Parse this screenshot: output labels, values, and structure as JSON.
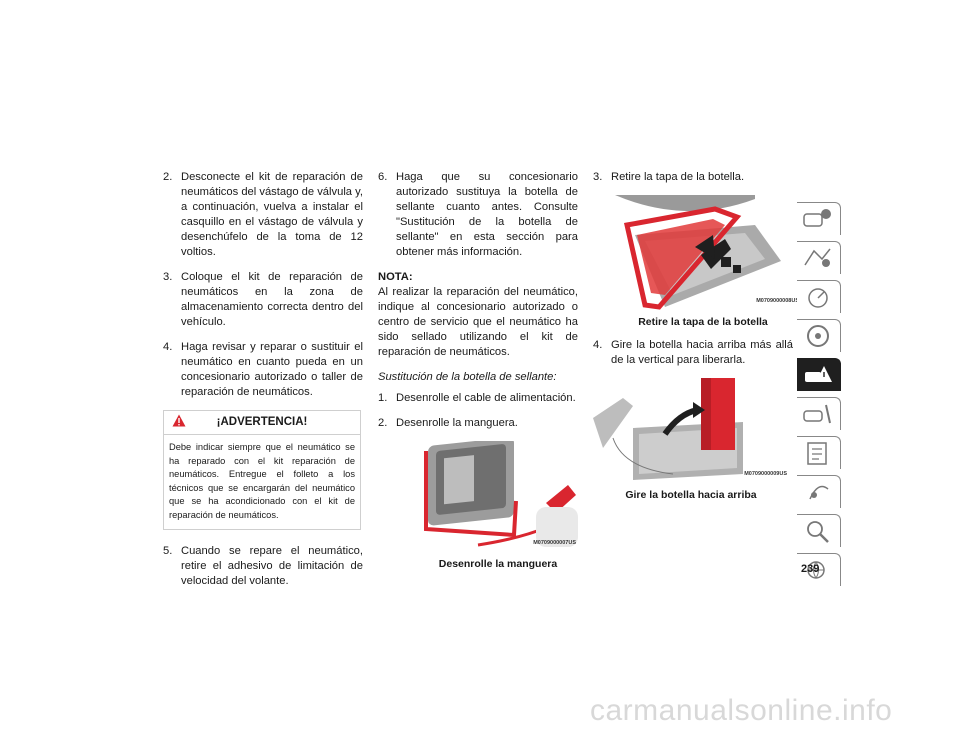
{
  "col1": {
    "items": [
      {
        "num": "2.",
        "text": "Desconecte el kit de reparación de neumáticos del vástago de válvula y, a continuación, vuelva a instalar el casquillo en el vástago de válvula y desenchúfelo de la toma de 12 voltios."
      },
      {
        "num": "3.",
        "text": "Coloque el kit de reparación de neumá­ticos en la zona de almacenamiento correcta dentro del vehículo."
      },
      {
        "num": "4.",
        "text": "Haga revisar y reparar o sustituir el neumático en cuanto pueda en un conce­sionario autorizado o taller de reparación de neumáticos."
      }
    ],
    "warning": {
      "title": "¡ADVERTENCIA!",
      "body": "Debe indicar siempre que el neumático se ha reparado con el kit reparación de neumáticos. Entregue el folleto a los técnicos que se encargarán del neumático que se ha acondicionado con el kit de reparación de neumáticos."
    },
    "item5": {
      "num": "5.",
      "text": "Cuando se repare el neumático, retire el adhesivo de limitación de velocidad del volante."
    }
  },
  "col2": {
    "item6": {
      "num": "6.",
      "text": "Haga que su concesionario autorizado sustituya la botella de sellante cuanto antes. Consulte \"Sustitución de la botella de sellante\" en esta sección para obtener más información."
    },
    "note_label": "NOTA:",
    "note_text": "Al realizar la reparación del neumático, indique al concesionario autorizado o centro de servicio que el neumático ha sido sellado utilizando el kit de reparación de neumá­ticos.",
    "subheading": "Sustitución de la botella de sellante:",
    "steps": [
      {
        "num": "1.",
        "text": "Desenrolle el cable de alimentación."
      },
      {
        "num": "2.",
        "text": "Desenrolle la manguera."
      }
    ],
    "figure": {
      "code": "M0709000007US",
      "caption": "Desenrolle la manguera"
    }
  },
  "col3": {
    "step3": {
      "num": "3.",
      "text": "Retire la tapa de la botella."
    },
    "figure1": {
      "code": "M0709000008US",
      "caption": "Retire la tapa de la botella"
    },
    "step4": {
      "num": "4.",
      "text": "Gire la botella hacia arriba más allá de la vertical para liberarla."
    },
    "figure2": {
      "code": "M0709000009US",
      "caption": "Gire la botella hacia arriba"
    }
  },
  "side_tabs": [
    {
      "icon": "vehicle-info-icon",
      "active": false
    },
    {
      "icon": "getting-started-icon",
      "active": false
    },
    {
      "icon": "dashboard-icon",
      "active": false
    },
    {
      "icon": "steering-wheel-icon",
      "active": false
    },
    {
      "icon": "emergency-icon",
      "active": true
    },
    {
      "icon": "service-icon",
      "active": false
    },
    {
      "icon": "specifications-icon",
      "active": false
    },
    {
      "icon": "multimedia-icon",
      "active": false
    },
    {
      "icon": "index-search-icon",
      "active": false
    },
    {
      "icon": "language-icon",
      "active": false
    }
  ],
  "page_number": "239",
  "footer_watermark": "carmanualsonline.info",
  "colors": {
    "accent_red": "#d9262f",
    "tab_active": "#1f1f1f"
  }
}
